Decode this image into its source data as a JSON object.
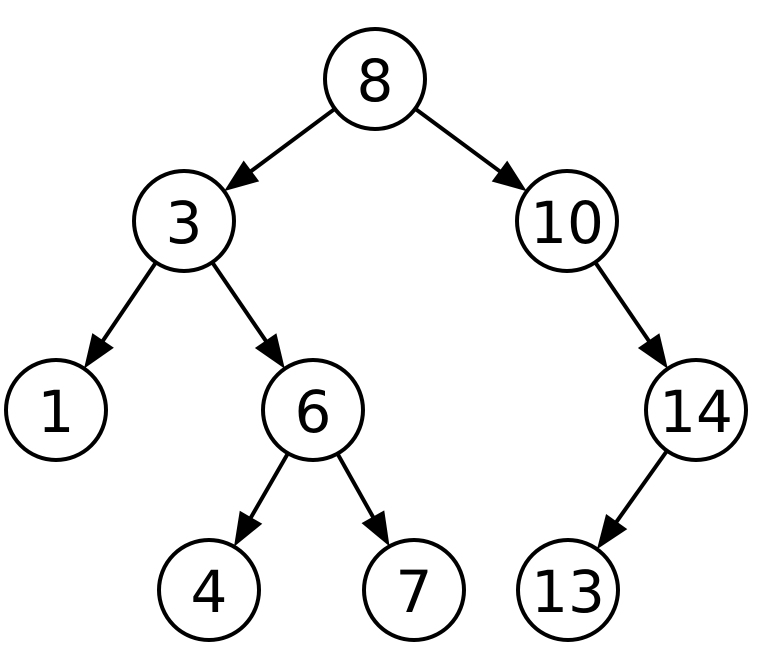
{
  "tree": {
    "nodes": [
      {
        "id": "n8",
        "label": "8"
      },
      {
        "id": "n3",
        "label": "3"
      },
      {
        "id": "n10",
        "label": "10"
      },
      {
        "id": "n1",
        "label": "1"
      },
      {
        "id": "n6",
        "label": "6"
      },
      {
        "id": "n14",
        "label": "14"
      },
      {
        "id": "n4",
        "label": "4"
      },
      {
        "id": "n7",
        "label": "7"
      },
      {
        "id": "n13",
        "label": "13"
      }
    ],
    "edges": [
      {
        "from": "n8",
        "to": "n3"
      },
      {
        "from": "n8",
        "to": "n10"
      },
      {
        "from": "n3",
        "to": "n1"
      },
      {
        "from": "n3",
        "to": "n6"
      },
      {
        "from": "n10",
        "to": "n14"
      },
      {
        "from": "n6",
        "to": "n4"
      },
      {
        "from": "n6",
        "to": "n7"
      },
      {
        "from": "n14",
        "to": "n13"
      }
    ],
    "colors": {
      "stroke": "#000000",
      "fill": "#ffffff"
    }
  }
}
